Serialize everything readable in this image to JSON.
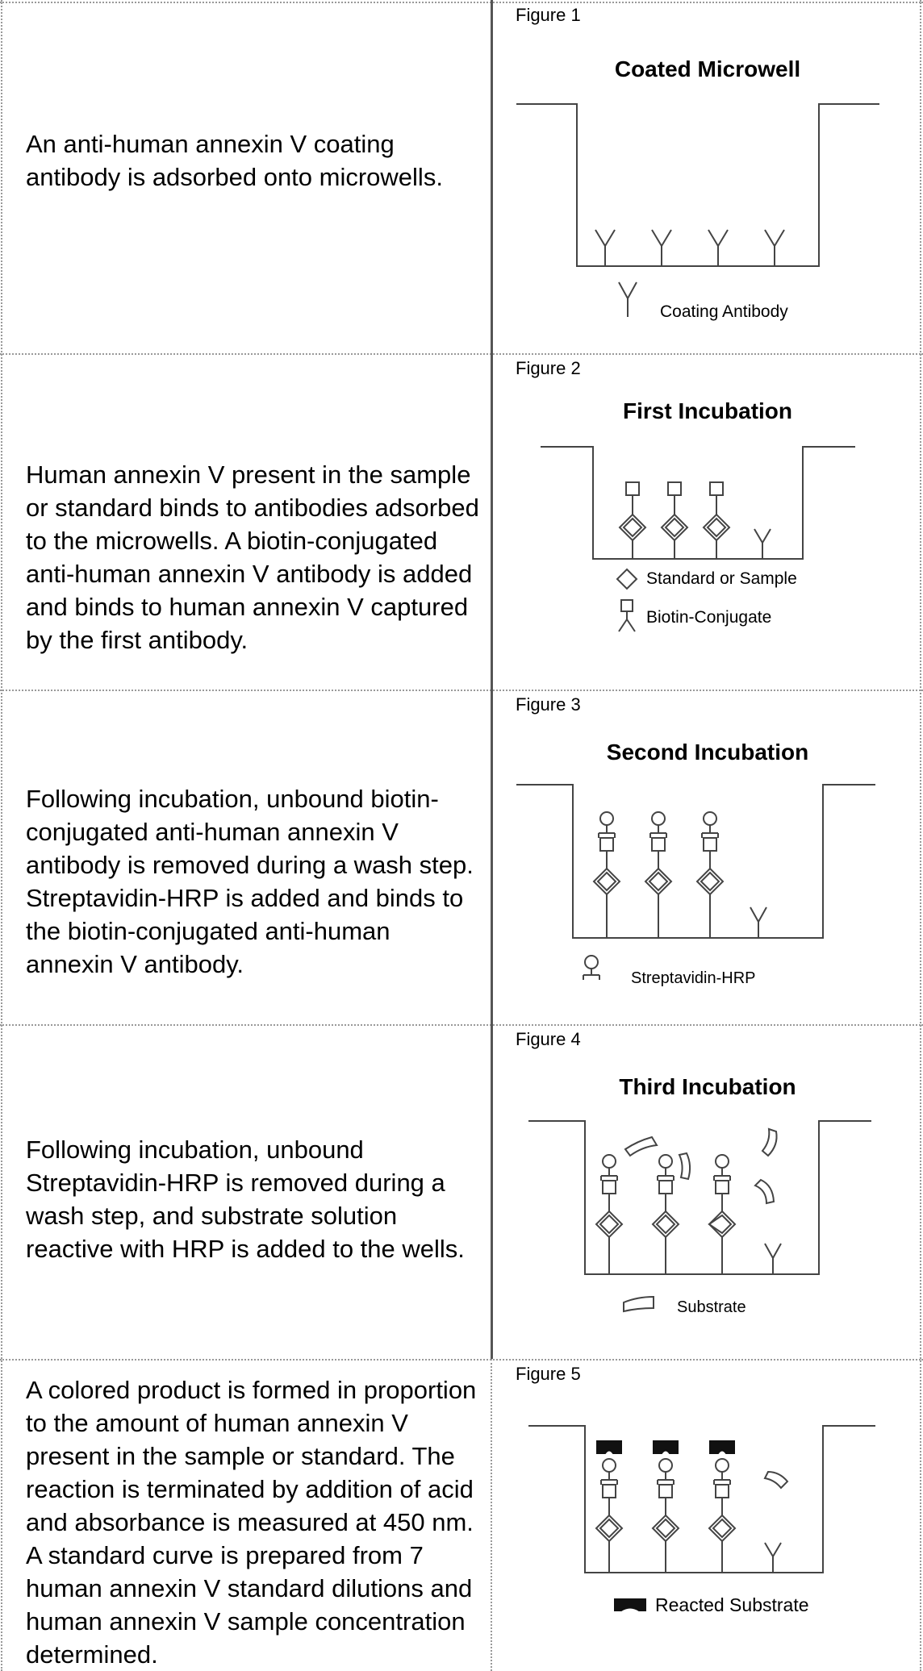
{
  "rows": [
    {
      "text": "An anti-human annexin V coating antibody is adsorbed onto microwells.",
      "figure_label": "Figure 1",
      "figure_title": "Coated Microwell",
      "legend": [
        "Coating Antibody"
      ]
    },
    {
      "text": "Human annexin V present in the sample or standard binds to antibodies adsorbed to the microwells. A biotin-conjugated anti-human annexin V antibody is added and binds to human annexin V captured by the first antibody.",
      "figure_label": "Figure 2",
      "figure_title": "First Incubation",
      "legend": [
        "Standard or Sample",
        "Biotin-Conjugate"
      ]
    },
    {
      "text": "Following incubation, unbound biotin-conjugated anti-human annexin V antibody is removed during a wash step. Streptavidin-HRP is added and binds to the biotin-conjugated anti-human annexin V antibody.",
      "figure_label": "Figure 3",
      "figure_title": "Second Incubation",
      "legend": [
        "Streptavidin-HRP"
      ]
    },
    {
      "text": "Following incubation, unbound Streptavidin-HRP is removed during a wash step, and substrate solution reactive with HRP is added to the wells.",
      "figure_label": "Figure 4",
      "figure_title": "Third Incubation",
      "legend": [
        "Substrate"
      ]
    },
    {
      "text": "A colored product is formed in proportion to the amount of human annexin V present in the sample or standard. The reaction is terminated by addition of acid and absorbance is measured at 450 nm. A standard curve is prepared from 7 human annexin V standard dilutions and human annexin V sample concentration determined.",
      "figure_label": "Figure 5",
      "figure_title": "",
      "legend": [
        "Reacted Substrate"
      ]
    }
  ]
}
